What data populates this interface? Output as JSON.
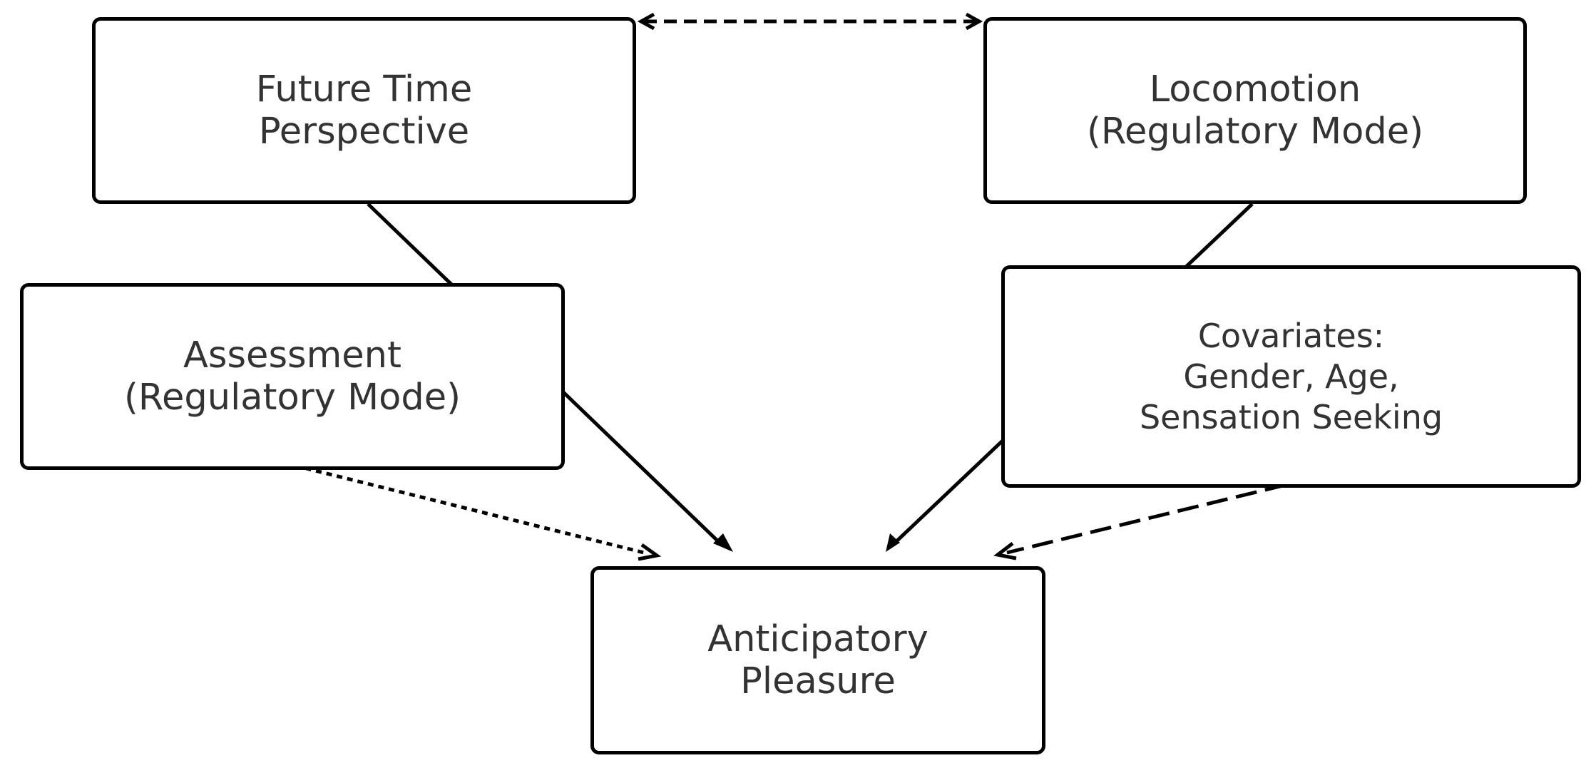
{
  "diagram": {
    "nodes": {
      "future_time_perspective": {
        "lines": [
          "Future Time",
          "Perspective"
        ]
      },
      "locomotion": {
        "lines": [
          "Locomotion",
          "(Regulatory Mode)"
        ]
      },
      "assessment": {
        "lines": [
          "Assessment",
          "(Regulatory Mode)"
        ]
      },
      "covariates": {
        "lines": [
          "Covariates:",
          "Gender, Age,",
          "Sensation Seeking"
        ]
      },
      "anticipatory_pleasure": {
        "lines": [
          "Anticipatory",
          "Pleasure"
        ]
      }
    },
    "edges": [
      {
        "from": "future_time_perspective",
        "to": "locomotion",
        "style": "dashed",
        "direction": "both"
      },
      {
        "from": "future_time_perspective",
        "to": "anticipatory_pleasure",
        "style": "solid",
        "direction": "forward"
      },
      {
        "from": "locomotion",
        "to": "anticipatory_pleasure",
        "style": "solid",
        "direction": "forward"
      },
      {
        "from": "assessment",
        "to": "anticipatory_pleasure",
        "style": "dotted",
        "direction": "forward"
      },
      {
        "from": "covariates",
        "to": "anticipatory_pleasure",
        "style": "long-dashed",
        "direction": "forward"
      }
    ],
    "colors": {
      "stroke": "#000000",
      "text": "#333333",
      "background": "#ffffff"
    }
  }
}
